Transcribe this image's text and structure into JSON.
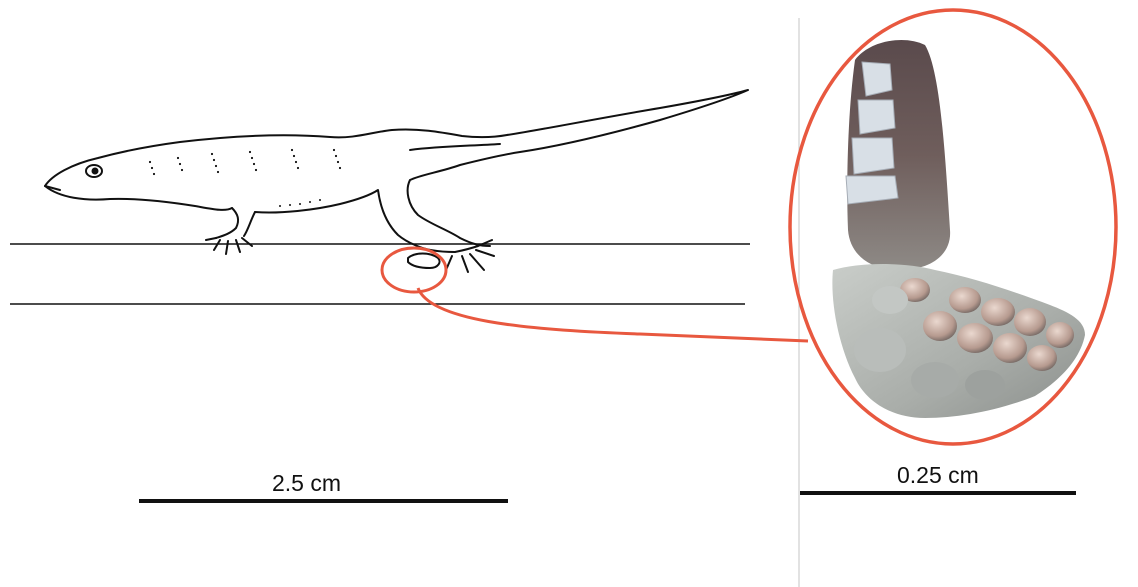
{
  "figure": {
    "scale_bar_left_label": "2.5 cm",
    "scale_bar_right_label": "0.25 cm",
    "highlight_color": "#e8583f",
    "line_color": "#111111",
    "panels": [
      "gecko-line-drawing",
      "toe-pad-magnified-photo"
    ]
  }
}
